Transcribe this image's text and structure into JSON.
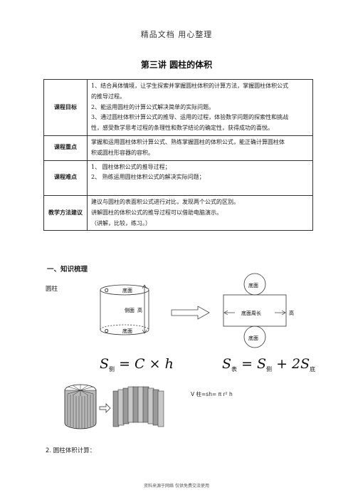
{
  "header": {
    "top_text": "精品文档  用心整理",
    "title": "第三讲    圆柱的体积"
  },
  "table": [
    {
      "label": "课程目标",
      "lines": [
        "1、结合具体情境，让学生探索并掌握圆柱体积的计算方法，掌握圆柱体积公式",
        "的推导过程。",
        "2、能运用圆柱的计算公式解决简单的实际问题。",
        "3、通过圆柱体积计算公式的推导、运用的过程，体验数学问题的探索性和挑战",
        "性，感受数学思考过程的条理性和数学结论的确定性，获得成功的喜悦。"
      ]
    },
    {
      "label": "课程重点",
      "lines": [
        "掌握和运用圆柱体积计算公式、熟练掌握圆柱的体积公式，能正确计算圆柱体",
        "积或圆柱形容器的容积。"
      ]
    },
    {
      "label": "课程难点",
      "lines": [
        "1、 圆柱体积公式的推导过程；",
        "2、 熟练运用圆柱体积公式的解决实际问题；"
      ]
    },
    {
      "label": "教学方法建议",
      "lines": [
        "建议与圆柱的表面积公式进行对比，发现两个公式的区别。",
        "讲解圆柱的体积公式的推导过程可以借助电脑演示。",
        "（讲解，比较，练习。）"
      ]
    }
  ],
  "section1": {
    "title": "一、知识梳理",
    "cylinder_label": "圆柱"
  },
  "cylinder_diagram": {
    "o_top": "O",
    "bottom_top": "底面",
    "side": "侧面",
    "height": "高",
    "o_bottom": "O",
    "bottom_bottom": "底面"
  },
  "net_diagram": {
    "top_circle": "底面",
    "rect_label": "底面周长",
    "height": "高",
    "bottom_circle": "底面"
  },
  "formulas": {
    "lateral": {
      "S": "S",
      "sub": "侧",
      "rest": " = C × h"
    },
    "surface": {
      "S": "S",
      "sub1": "表",
      "mid": " = S",
      "sub2": "侧",
      "mid2": " + 2S",
      "sub3": "底"
    }
  },
  "volume_formula": "V 柱=sh= π r² h",
  "section2": "2. 圆柱体积计算：",
  "footer": "资料来源于网络 仅供免费交流使用"
}
